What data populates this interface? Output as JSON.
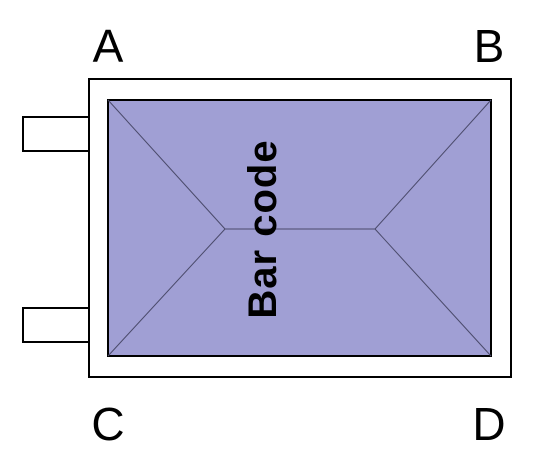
{
  "corners": {
    "top_left": "A",
    "top_right": "B",
    "bottom_left": "C",
    "bottom_right": "D"
  },
  "barcode_label": "Bar code",
  "colors": {
    "barcode_fill": "#a09fd4",
    "outline": "#000000",
    "face_lines": "#4a4a6a",
    "background": "#ffffff"
  }
}
